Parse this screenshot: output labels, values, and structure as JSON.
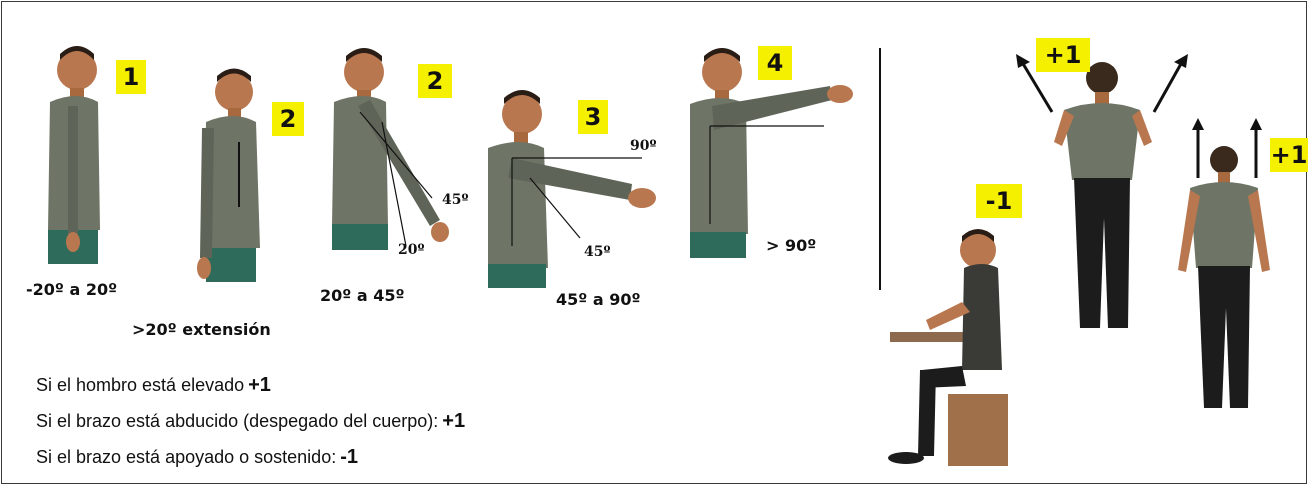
{
  "scores": {
    "s1": "1",
    "s2a": "2",
    "s2b": "2",
    "s3": "3",
    "s4": "4",
    "minus1": "-1",
    "plus1_shoulder": "+1",
    "plus1_abduction": "+1"
  },
  "ranges": {
    "r1": "-20º a 20º",
    "r2a": ">20º extensión",
    "r2b": "20º a 45º",
    "r3": "45º a 90º",
    "r4": "> 90º"
  },
  "angles": {
    "a45_pose2": "45º",
    "a20_pose2": "20º",
    "a90_pose3": "90º",
    "a45_pose3": "45º"
  },
  "rules": [
    {
      "text": "Si el hombro está elevado",
      "value": "+1"
    },
    {
      "text": "Si el brazo está abducido (despegado del cuerpo):",
      "value": "+1"
    },
    {
      "text": "Si el brazo está apoyado o sostenido:",
      "value": "-1"
    }
  ],
  "colors": {
    "badge": "#f5ef00",
    "shirt": "#6f7566",
    "pants": "#2e6b5a",
    "skin": "#b9774f",
    "dark_pants": "#1c1c1c",
    "box": "#a0704a"
  }
}
